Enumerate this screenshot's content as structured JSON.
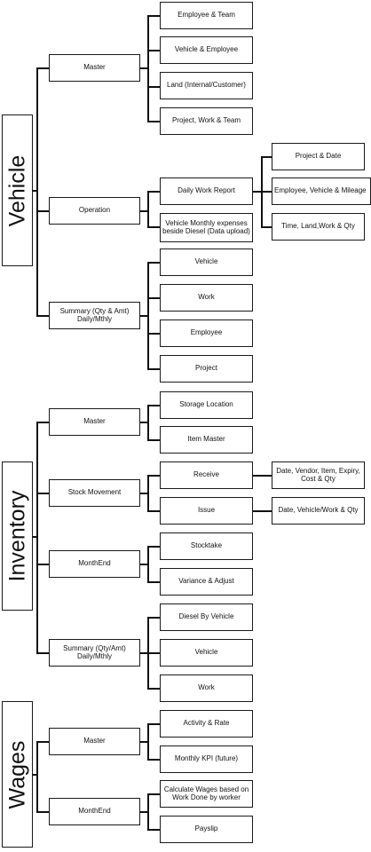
{
  "sections": {
    "vehicle": {
      "label": "Vehicle",
      "master": {
        "label": "Master",
        "children": [
          "Employee & Team",
          "Vehicle & Employee",
          "Land (Internal/Customer)",
          "Project, Work & Team"
        ]
      },
      "operation": {
        "label": "Operation",
        "daily_work_report": {
          "label": "Daily Work Report",
          "children": [
            "Project & Date",
            "Employee, Vehicle & Mileage",
            "Time, Land,Work & Qty"
          ]
        },
        "monthly_expenses": {
          "label": "Vehicle Monthly expenses beside Diesel (Data upload)"
        }
      },
      "summary": {
        "label": "Summary (Qty & Amt) Daily/Mthly",
        "children": [
          "Vehicle",
          "Work",
          "Employee",
          "Project"
        ]
      }
    },
    "inventory": {
      "label": "Inventory",
      "master": {
        "label": "Master",
        "children": [
          "Storage Location",
          "Item Master"
        ]
      },
      "stock_movement": {
        "label": "Stock Movement",
        "receive": {
          "label": "Receive",
          "detail": "Date, Vendor, Item, Expiry, Cost & Qty"
        },
        "issue": {
          "label": "Issue",
          "detail": "Date, Vehicle/Work & Qty"
        }
      },
      "monthend": {
        "label": "MonthEnd",
        "children": [
          "Stocktake",
          "Variance & Adjust"
        ]
      },
      "summary": {
        "label": "Summary (Qty/Amt) Daily/Mthly",
        "children": [
          "Diesel By Vehicle",
          "Vehicle",
          "Work"
        ]
      }
    },
    "wages": {
      "label": "Wages",
      "master": {
        "label": "Master",
        "children": [
          "Activity & Rate",
          "Monthly KPI (future)"
        ]
      },
      "monthend": {
        "label": "MonthEnd",
        "children": [
          "Calculate Wages based on Work Done by worker",
          "Payslip"
        ]
      }
    }
  }
}
